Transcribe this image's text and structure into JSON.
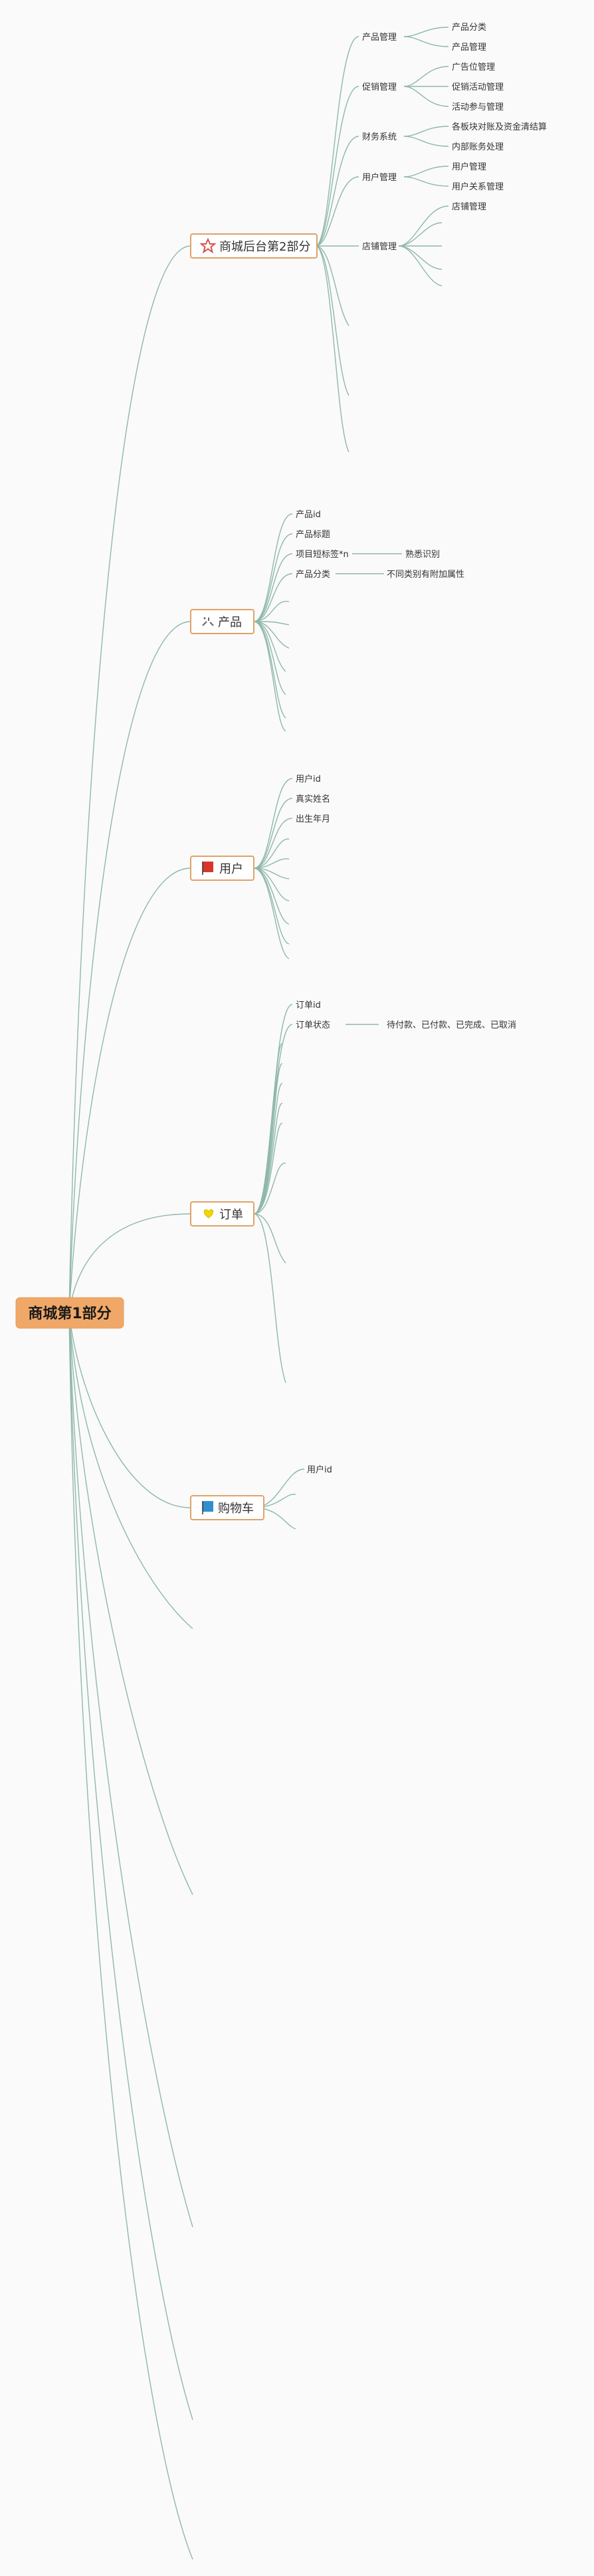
{
  "root": {
    "label": "商城第1部分"
  },
  "main": {
    "admin": {
      "label": "商城后台第2部分",
      "icon": "star-icon",
      "color": "#d9534f",
      "groups": {
        "product_management": {
          "label": "产品管理",
          "items": [
            "产品分类",
            "产品管理"
          ]
        },
        "promotion_management": {
          "label": "促销管理",
          "items": [
            "广告位管理",
            "促销活动管理",
            "活动参与管理"
          ]
        },
        "finance": {
          "label": "财务系统",
          "items": [
            "各板块对账及资金清结算",
            "内部账务处理"
          ]
        },
        "user_management": {
          "label": "用户管理",
          "items": [
            "用户管理",
            "用户关系管理"
          ]
        },
        "store_management": {
          "label": "店铺管理",
          "items": [
            "店铺管理"
          ]
        }
      }
    },
    "product": {
      "label": "产品",
      "icon": "sparkle-icon",
      "color": "#666666",
      "items": [
        "产品id",
        "产品标题",
        "项目短标签*n",
        "产品分类"
      ],
      "details": {
        "tags": "熟悉识别",
        "category": "不同类别有附加属性"
      }
    },
    "user": {
      "label": "用户",
      "icon": "flag-icon",
      "color": "#d9362b",
      "items": [
        "用户id",
        "真实姓名",
        "出生年月"
      ]
    },
    "order": {
      "label": "订单",
      "icon": "heart-icon",
      "color": "#f2d600",
      "items": [
        "订单id",
        "订单状态"
      ],
      "details": {
        "status": "待付款、已付款、已完成、已取消"
      }
    },
    "cart": {
      "label": "购物车",
      "icon": "flag-blue-icon",
      "color": "#2f8fcf",
      "items": [
        "用户id"
      ]
    }
  },
  "colors": {
    "link": "#8fb8aa",
    "root_fill": "#f0a868",
    "main_border": "#e0a267",
    "background": "#fafafa"
  }
}
